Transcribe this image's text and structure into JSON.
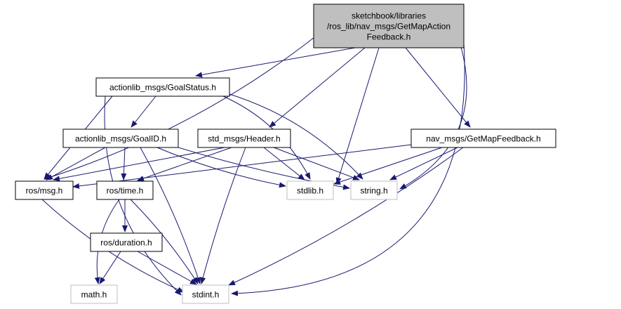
{
  "diagram": {
    "colors": {
      "edge": "#191970",
      "root_fill": "#bfbfbf",
      "node_border": "#000000",
      "external_border": "#bfbfbf",
      "background": "#ffffff"
    },
    "nodes": [
      {
        "id": "root",
        "lines": [
          "sketchbook/libraries",
          "/ros_lib/nav_msgs/GetMapAction",
          "Feedback.h"
        ],
        "kind": "root"
      },
      {
        "id": "goalstatus",
        "lines": [
          "actionlib_msgs/GoalStatus.h"
        ],
        "kind": "normal"
      },
      {
        "id": "goalid",
        "lines": [
          "actionlib_msgs/GoalID.h"
        ],
        "kind": "normal"
      },
      {
        "id": "header",
        "lines": [
          "std_msgs/Header.h"
        ],
        "kind": "normal"
      },
      {
        "id": "getmapfeedback",
        "lines": [
          "nav_msgs/GetMapFeedback.h"
        ],
        "kind": "normal"
      },
      {
        "id": "rosmsg",
        "lines": [
          "ros/msg.h"
        ],
        "kind": "normal"
      },
      {
        "id": "rostime",
        "lines": [
          "ros/time.h"
        ],
        "kind": "normal"
      },
      {
        "id": "stdlib",
        "lines": [
          "stdlib.h"
        ],
        "kind": "external"
      },
      {
        "id": "string",
        "lines": [
          "string.h"
        ],
        "kind": "external"
      },
      {
        "id": "duration",
        "lines": [
          "ros/duration.h"
        ],
        "kind": "normal"
      },
      {
        "id": "math",
        "lines": [
          "math.h"
        ],
        "kind": "external"
      },
      {
        "id": "stdint",
        "lines": [
          "stdint.h"
        ],
        "kind": "external"
      }
    ],
    "edges": [
      [
        "root",
        "goalstatus"
      ],
      [
        "root",
        "rosmsg"
      ],
      [
        "root",
        "header"
      ],
      [
        "root",
        "stdlib"
      ],
      [
        "root",
        "getmapfeedback"
      ],
      [
        "root",
        "string"
      ],
      [
        "root",
        "stdint"
      ],
      [
        "goalstatus",
        "goalid"
      ],
      [
        "goalstatus",
        "rosmsg"
      ],
      [
        "goalstatus",
        "stdint"
      ],
      [
        "goalstatus",
        "stdlib"
      ],
      [
        "goalstatus",
        "string"
      ],
      [
        "goalid",
        "rosmsg"
      ],
      [
        "goalid",
        "rostime"
      ],
      [
        "goalid",
        "stdlib"
      ],
      [
        "goalid",
        "string"
      ],
      [
        "goalid",
        "stdint"
      ],
      [
        "header",
        "rosmsg"
      ],
      [
        "header",
        "rostime"
      ],
      [
        "header",
        "stdlib"
      ],
      [
        "header",
        "string"
      ],
      [
        "header",
        "stdint"
      ],
      [
        "getmapfeedback",
        "rosmsg"
      ],
      [
        "getmapfeedback",
        "stdlib"
      ],
      [
        "getmapfeedback",
        "string"
      ],
      [
        "getmapfeedback",
        "stdint"
      ],
      [
        "rosmsg",
        "stdint"
      ],
      [
        "rostime",
        "duration"
      ],
      [
        "rostime",
        "math"
      ],
      [
        "rostime",
        "stdint"
      ],
      [
        "duration",
        "math"
      ],
      [
        "duration",
        "stdint"
      ]
    ]
  }
}
